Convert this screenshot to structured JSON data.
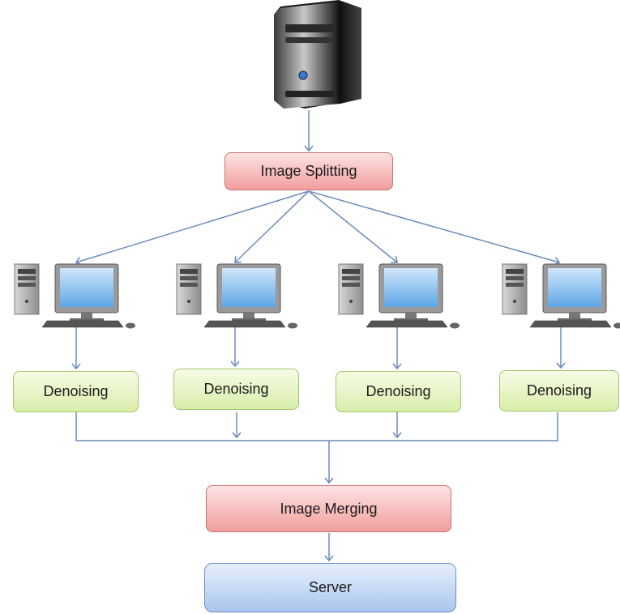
{
  "diagram": {
    "nodes": {
      "split": "Image Splitting",
      "denoise": [
        "Denoising",
        "Denoising",
        "Denoising",
        "Denoising"
      ],
      "merge": "Image Merging",
      "server": "Server"
    },
    "icons": {
      "top": "server-tower-icon",
      "workers": [
        "desktop-computer-icon",
        "desktop-computer-icon",
        "desktop-computer-icon",
        "desktop-computer-icon"
      ]
    },
    "colors": {
      "arrow": "#6b8cba",
      "split_box": "#f29e9e",
      "denoise_box": "#d9eeaa",
      "merge_box": "#f29e9e",
      "server_box": "#a9c6ee"
    }
  }
}
